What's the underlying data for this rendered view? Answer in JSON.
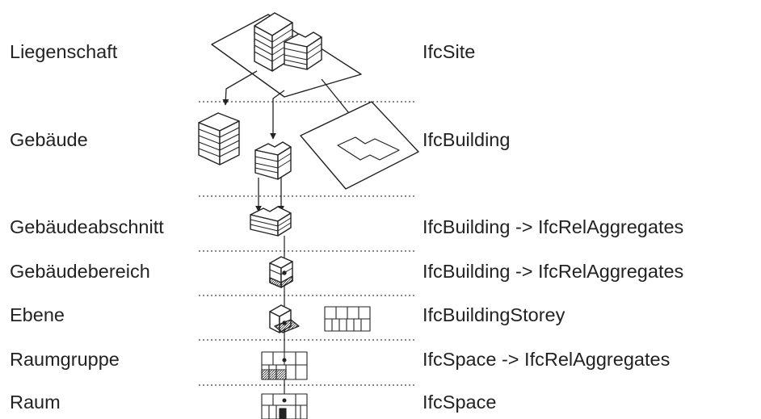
{
  "rows": [
    {
      "term": "Liegenschaft",
      "ifc": "IfcSite"
    },
    {
      "term": "Gebäude",
      "ifc": "IfcBuilding"
    },
    {
      "term": "Gebäudeabschnitt",
      "ifc": "IfcBuilding -> IfcRelAggregates"
    },
    {
      "term": "Gebäudebereich",
      "ifc": "IfcBuilding -> IfcRelAggregates"
    },
    {
      "term": "Ebene",
      "ifc": "IfcBuildingStorey"
    },
    {
      "term": "Raumgruppe",
      "ifc": "IfcSpace -> IfcRelAggregates"
    },
    {
      "term": "Raum",
      "ifc": "IfcSpace"
    }
  ],
  "icons": {
    "site": "site-block-icon",
    "building": "building-block-icon",
    "section": "building-section-icon",
    "area": "building-area-icon",
    "storey": "storey-icon",
    "space_group": "space-group-icon",
    "space": "space-icon"
  }
}
